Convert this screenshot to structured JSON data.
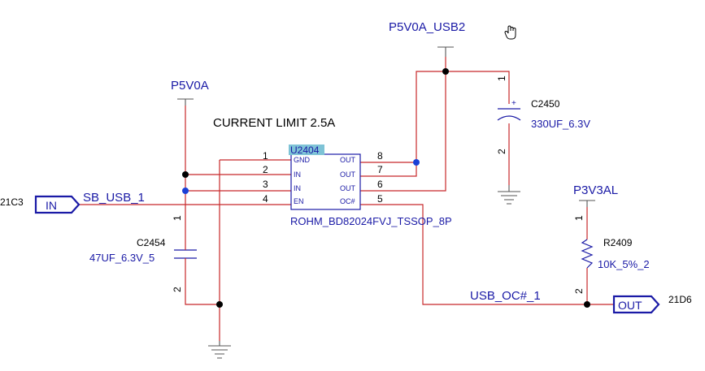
{
  "nets": {
    "p5v0a": "P5V0A",
    "p5v0a_usb2": "P5V0A_USB2",
    "p3v3al": "P3V3AL",
    "sb_usb_1": "SB_USB_1",
    "usb_oc_1": "USB_OC#_1"
  },
  "note": "CURRENT LIMIT 2.5A",
  "ic": {
    "ref": "U2404",
    "part": "ROHM_BD82024FVJ_TSSOP_8P",
    "left_pins": [
      {
        "num": "1",
        "name": "GND"
      },
      {
        "num": "2",
        "name": "IN"
      },
      {
        "num": "3",
        "name": "IN"
      },
      {
        "num": "4",
        "name": "EN"
      }
    ],
    "right_pins": [
      {
        "num": "8",
        "name": "OUT"
      },
      {
        "num": "7",
        "name": "OUT"
      },
      {
        "num": "6",
        "name": "OUT"
      },
      {
        "num": "5",
        "name": "OC#"
      }
    ]
  },
  "caps": {
    "c2450": {
      "ref": "C2450",
      "value": "330UF_6.3V",
      "pin_top": "1",
      "pin_bottom": "2",
      "polarity": "+"
    },
    "c2454": {
      "ref": "C2454",
      "value": "47UF_6.3V_5",
      "pin_top": "1",
      "pin_bottom": "2"
    }
  },
  "resistor": {
    "ref": "R2409",
    "value": "10K_5%_2",
    "pin_top": "1",
    "pin_bottom": "2"
  },
  "ports": {
    "in": {
      "label": "IN",
      "sheet_ref": "21C3"
    },
    "out": {
      "label": "OUT",
      "sheet_ref": "21D6"
    }
  },
  "icons": {
    "cursor": "hand-cursor-icon"
  }
}
